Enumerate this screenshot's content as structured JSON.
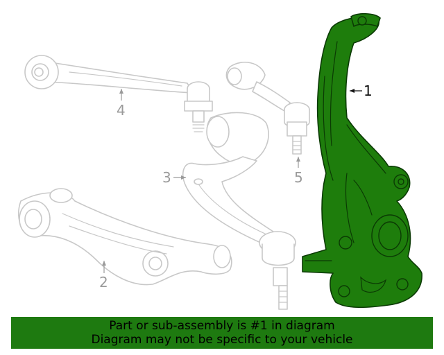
{
  "diagram": {
    "callouts": [
      {
        "id": "1",
        "label": "1",
        "highlighted": true
      },
      {
        "id": "2",
        "label": "2",
        "highlighted": false
      },
      {
        "id": "3",
        "label": "3",
        "highlighted": false
      },
      {
        "id": "4",
        "label": "4",
        "highlighted": false
      },
      {
        "id": "5",
        "label": "5",
        "highlighted": false
      }
    ],
    "highlight_color": "#1e7d0c",
    "ghost_color": "#c8c8c8"
  },
  "banner": {
    "line1": "Part or sub-assembly is #1 in diagram",
    "line2": "Diagram may not be specific to your vehicle",
    "background": "#1e7a10"
  }
}
